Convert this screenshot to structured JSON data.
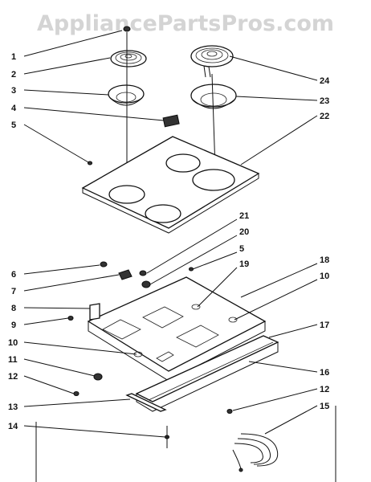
{
  "watermark": "AppliancePartsPros.com",
  "callouts": {
    "left": [
      "1",
      "2",
      "3",
      "4",
      "5",
      "6",
      "7",
      "8",
      "9",
      "10",
      "11",
      "12",
      "13",
      "14"
    ],
    "right": [
      "24",
      "23",
      "22",
      "21",
      "20",
      "5",
      "19",
      "18",
      "10",
      "17",
      "16",
      "12",
      "15"
    ]
  }
}
